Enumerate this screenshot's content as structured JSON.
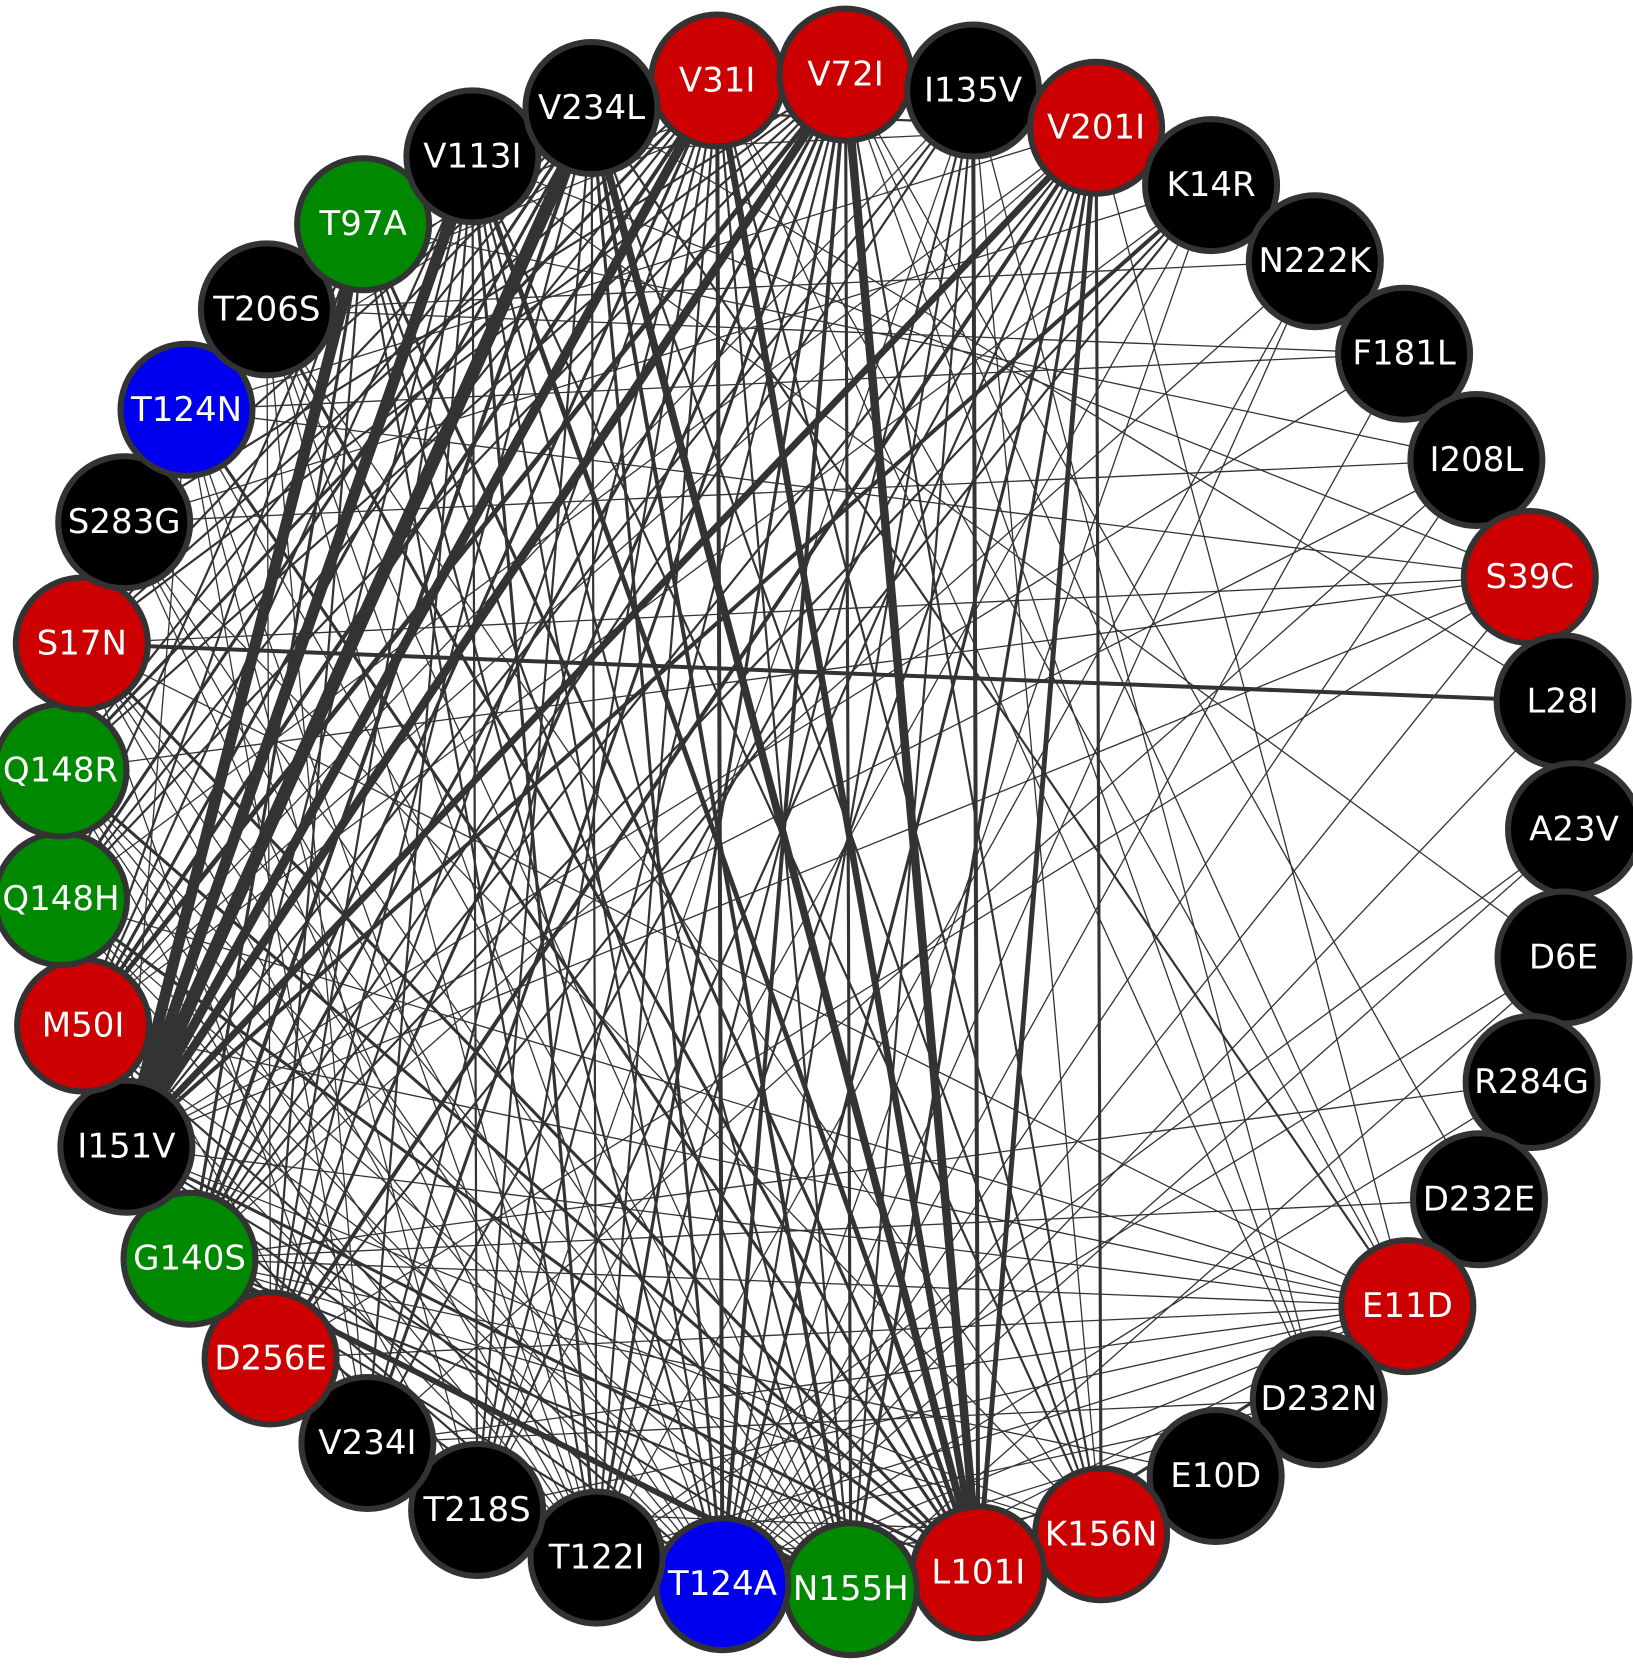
{
  "colors": {
    "black": "#000000",
    "red": "#cc0000",
    "green": "#008800",
    "blue": "#0000ee",
    "edge": "#333333",
    "node_border": "#333333"
  },
  "nodes": [
    {
      "id": "V31I",
      "color": "red"
    },
    {
      "id": "V72I",
      "color": "red"
    },
    {
      "id": "I135V",
      "color": "black"
    },
    {
      "id": "V201I",
      "color": "red"
    },
    {
      "id": "K14R",
      "color": "black"
    },
    {
      "id": "N222K",
      "color": "black"
    },
    {
      "id": "F181L",
      "color": "black"
    },
    {
      "id": "I208L",
      "color": "black"
    },
    {
      "id": "S39C",
      "color": "red"
    },
    {
      "id": "L28I",
      "color": "black"
    },
    {
      "id": "A23V",
      "color": "black"
    },
    {
      "id": "D6E",
      "color": "black"
    },
    {
      "id": "R284G",
      "color": "black"
    },
    {
      "id": "D232E",
      "color": "black"
    },
    {
      "id": "E11D",
      "color": "red"
    },
    {
      "id": "D232N",
      "color": "black"
    },
    {
      "id": "E10D",
      "color": "black"
    },
    {
      "id": "K156N",
      "color": "red"
    },
    {
      "id": "L101I",
      "color": "red"
    },
    {
      "id": "N155H",
      "color": "green"
    },
    {
      "id": "T124A",
      "color": "blue"
    },
    {
      "id": "T122I",
      "color": "black"
    },
    {
      "id": "T218S",
      "color": "black"
    },
    {
      "id": "V234I",
      "color": "black"
    },
    {
      "id": "D256E",
      "color": "red"
    },
    {
      "id": "G140S",
      "color": "green"
    },
    {
      "id": "I151V",
      "color": "black"
    },
    {
      "id": "M50I",
      "color": "red"
    },
    {
      "id": "Q148H",
      "color": "green"
    },
    {
      "id": "Q148R",
      "color": "green"
    },
    {
      "id": "S17N",
      "color": "red"
    },
    {
      "id": "S283G",
      "color": "black"
    },
    {
      "id": "T124N",
      "color": "blue"
    },
    {
      "id": "T206S",
      "color": "black"
    },
    {
      "id": "T97A",
      "color": "green"
    },
    {
      "id": "V113I",
      "color": "black"
    },
    {
      "id": "V234L",
      "color": "black"
    }
  ],
  "edges": [
    {
      "a": "V234L",
      "b": "I151V",
      "w": 14
    },
    {
      "a": "V113I",
      "b": "I151V",
      "w": 12
    },
    {
      "a": "T97A",
      "b": "I151V",
      "w": 12
    },
    {
      "a": "V31I",
      "b": "I151V",
      "w": 10
    },
    {
      "a": "V72I",
      "b": "I151V",
      "w": 9
    },
    {
      "a": "V72I",
      "b": "L101I",
      "w": 9
    },
    {
      "a": "V234L",
      "b": "L101I",
      "w": 8
    },
    {
      "a": "V31I",
      "b": "L101I",
      "w": 7
    },
    {
      "a": "V201I",
      "b": "I151V",
      "w": 7
    },
    {
      "a": "G140S",
      "b": "N155H",
      "w": 6
    },
    {
      "a": "V201I",
      "b": "L101I",
      "w": 5
    },
    {
      "a": "V113I",
      "b": "L101I",
      "w": 5
    },
    {
      "a": "S17N",
      "b": "L28I",
      "w": 4
    },
    {
      "a": "V72I",
      "b": "M50I",
      "w": 5
    },
    {
      "a": "V31I",
      "b": "M50I",
      "w": 4
    },
    {
      "a": "V234L",
      "b": "G140S",
      "w": 4
    },
    {
      "a": "V31I",
      "b": "T124A",
      "w": 4
    },
    {
      "a": "V72I",
      "b": "T124A",
      "w": 4
    },
    {
      "a": "V234L",
      "b": "N155H",
      "w": 4
    },
    {
      "a": "V113I",
      "b": "T122I",
      "w": 3
    },
    {
      "a": "I135V",
      "b": "L101I",
      "w": 4
    },
    {
      "a": "K14R",
      "b": "I151V",
      "w": 4
    },
    {
      "a": "V201I",
      "b": "D256E",
      "w": 4
    },
    {
      "a": "V72I",
      "b": "D256E",
      "w": 3
    },
    {
      "a": "V31I",
      "b": "Q148R",
      "w": 3
    },
    {
      "a": "V234L",
      "b": "Q148H",
      "w": 3
    },
    {
      "a": "T97A",
      "b": "G140S",
      "w": 3
    },
    {
      "a": "T97A",
      "b": "L101I",
      "w": 3
    },
    {
      "a": "L101I",
      "b": "E11D",
      "w": 3
    },
    {
      "a": "L101I",
      "b": "D232N",
      "w": 3
    },
    {
      "a": "L101I",
      "b": "S17N",
      "w": 3
    },
    {
      "a": "L101I",
      "b": "Q148R",
      "w": 3
    },
    {
      "a": "L101I",
      "b": "Q148H",
      "w": 3
    },
    {
      "a": "L101I",
      "b": "I151V",
      "w": 3
    },
    {
      "a": "L101I",
      "b": "T124N",
      "w": 3
    },
    {
      "a": "L101I",
      "b": "T206S",
      "w": 3
    },
    {
      "a": "V201I",
      "b": "K156N",
      "w": 3
    },
    {
      "a": "V201I",
      "b": "T124A",
      "w": 3
    },
    {
      "a": "V201I",
      "b": "N155H",
      "w": 3
    },
    {
      "a": "V201I",
      "b": "G140S",
      "w": 2
    },
    {
      "a": "V201I",
      "b": "V234I",
      "w": 2
    },
    {
      "a": "V201I",
      "b": "T122I",
      "w": 2
    },
    {
      "a": "V201I",
      "b": "T218S",
      "w": 2
    },
    {
      "a": "V72I",
      "b": "V234I",
      "w": 3
    },
    {
      "a": "V72I",
      "b": "T122I",
      "w": 3
    },
    {
      "a": "V72I",
      "b": "T218S",
      "w": 2
    },
    {
      "a": "V72I",
      "b": "G140S",
      "w": 3
    },
    {
      "a": "V72I",
      "b": "Q148H",
      "w": 2
    },
    {
      "a": "V72I",
      "b": "Q148R",
      "w": 2
    },
    {
      "a": "V72I",
      "b": "S17N",
      "w": 2
    },
    {
      "a": "V72I",
      "b": "S283G",
      "w": 2
    },
    {
      "a": "V72I",
      "b": "N155H",
      "w": 3
    },
    {
      "a": "V72I",
      "b": "K156N",
      "w": 2
    },
    {
      "a": "V31I",
      "b": "G140S",
      "w": 3
    },
    {
      "a": "V31I",
      "b": "Q148H",
      "w": 2
    },
    {
      "a": "V31I",
      "b": "S17N",
      "w": 2
    },
    {
      "a": "V31I",
      "b": "N155H",
      "w": 2
    },
    {
      "a": "V31I",
      "b": "T122I",
      "w": 2
    },
    {
      "a": "V31I",
      "b": "T218S",
      "w": 2
    },
    {
      "a": "V31I",
      "b": "D256E",
      "w": 2
    },
    {
      "a": "V31I",
      "b": "V234I",
      "w": 2
    },
    {
      "a": "V31I",
      "b": "K156N",
      "w": 2
    },
    {
      "a": "V234L",
      "b": "T124A",
      "w": 3
    },
    {
      "a": "V234L",
      "b": "T122I",
      "w": 2
    },
    {
      "a": "V234L",
      "b": "T218S",
      "w": 2
    },
    {
      "a": "V234L",
      "b": "D256E",
      "w": 2
    },
    {
      "a": "V234L",
      "b": "M50I",
      "w": 3
    },
    {
      "a": "V234L",
      "b": "Q148R",
      "w": 2
    },
    {
      "a": "V234L",
      "b": "S17N",
      "w": 2
    },
    {
      "a": "V234L",
      "b": "S283G",
      "w": 2
    },
    {
      "a": "V234L",
      "b": "K156N",
      "w": 2
    },
    {
      "a": "V234L",
      "b": "E11D",
      "w": 2
    },
    {
      "a": "V113I",
      "b": "T124A",
      "w": 2
    },
    {
      "a": "V113I",
      "b": "N155H",
      "w": 2
    },
    {
      "a": "V113I",
      "b": "G140S",
      "w": 2
    },
    {
      "a": "V113I",
      "b": "D256E",
      "w": 2
    },
    {
      "a": "V113I",
      "b": "M50I",
      "w": 2
    },
    {
      "a": "V113I",
      "b": "K156N",
      "w": 2
    },
    {
      "a": "V113I",
      "b": "T218S",
      "w": 2
    },
    {
      "a": "V113I",
      "b": "V234I",
      "w": 2
    },
    {
      "a": "T97A",
      "b": "T124A",
      "w": 2
    },
    {
      "a": "T97A",
      "b": "N155H",
      "w": 2
    },
    {
      "a": "T97A",
      "b": "T122I",
      "w": 2
    },
    {
      "a": "T97A",
      "b": "D256E",
      "w": 2
    },
    {
      "a": "T97A",
      "b": "Q148H",
      "w": 2
    },
    {
      "a": "T97A",
      "b": "M50I",
      "w": 2
    },
    {
      "a": "I135V",
      "b": "T124A",
      "w": 2
    },
    {
      "a": "I135V",
      "b": "N155H",
      "w": 2
    },
    {
      "a": "I135V",
      "b": "T122I",
      "w": 2
    },
    {
      "a": "I135V",
      "b": "G140S",
      "w": 2
    },
    {
      "a": "I135V",
      "b": "I151V",
      "w": 2
    },
    {
      "a": "I135V",
      "b": "M50I",
      "w": 1
    },
    {
      "a": "I135V",
      "b": "K156N",
      "w": 1
    },
    {
      "a": "I135V",
      "b": "D232N",
      "w": 1
    },
    {
      "a": "I135V",
      "b": "T218S",
      "w": 1
    },
    {
      "a": "K14R",
      "b": "G140S",
      "w": 2
    },
    {
      "a": "K14R",
      "b": "D256E",
      "w": 2
    },
    {
      "a": "K14R",
      "b": "T124A",
      "w": 1
    },
    {
      "a": "K14R",
      "b": "T218S",
      "w": 1
    },
    {
      "a": "K14R",
      "b": "S283G",
      "w": 1
    },
    {
      "a": "K14R",
      "b": "M50I",
      "w": 1
    },
    {
      "a": "N222K",
      "b": "T124A",
      "w": 1
    },
    {
      "a": "N222K",
      "b": "T122I",
      "w": 1
    },
    {
      "a": "N222K",
      "b": "T206S",
      "w": 1
    },
    {
      "a": "N222K",
      "b": "G140S",
      "w": 1
    },
    {
      "a": "F181L",
      "b": "T124N",
      "w": 1
    },
    {
      "a": "F181L",
      "b": "T124A",
      "w": 1
    },
    {
      "a": "F181L",
      "b": "I151V",
      "w": 1
    },
    {
      "a": "F181L",
      "b": "T206S",
      "w": 1
    },
    {
      "a": "I208L",
      "b": "S283G",
      "w": 1
    },
    {
      "a": "I208L",
      "b": "T97A",
      "w": 1
    },
    {
      "a": "I208L",
      "b": "I151V",
      "w": 1
    },
    {
      "a": "I208L",
      "b": "T124A",
      "w": 1
    },
    {
      "a": "I208L",
      "b": "V234I",
      "w": 1
    },
    {
      "a": "S39C",
      "b": "S17N",
      "w": 1
    },
    {
      "a": "S39C",
      "b": "Q148R",
      "w": 1
    },
    {
      "a": "S39C",
      "b": "I151V",
      "w": 1
    },
    {
      "a": "S39C",
      "b": "T124A",
      "w": 1
    },
    {
      "a": "S39C",
      "b": "D256E",
      "w": 1
    },
    {
      "a": "S39C",
      "b": "V113I",
      "w": 1
    },
    {
      "a": "S39C",
      "b": "T124N",
      "w": 1
    },
    {
      "a": "L28I",
      "b": "T124A",
      "w": 1
    },
    {
      "a": "L28I",
      "b": "V234L",
      "w": 1
    },
    {
      "a": "A23V",
      "b": "T122I",
      "w": 1
    },
    {
      "a": "A23V",
      "b": "T124A",
      "w": 1
    },
    {
      "a": "D6E",
      "b": "V113I",
      "w": 1
    },
    {
      "a": "D6E",
      "b": "T122I",
      "w": 1
    },
    {
      "a": "D6E",
      "b": "N155H",
      "w": 1
    },
    {
      "a": "R284G",
      "b": "G140S",
      "w": 1
    },
    {
      "a": "R284G",
      "b": "T124A",
      "w": 1
    },
    {
      "a": "D232E",
      "b": "V72I",
      "w": 1
    },
    {
      "a": "D232E",
      "b": "G140S",
      "w": 1
    },
    {
      "a": "E11D",
      "b": "Q148H",
      "w": 1
    },
    {
      "a": "E11D",
      "b": "M50I",
      "w": 1
    },
    {
      "a": "E11D",
      "b": "I151V",
      "w": 1
    },
    {
      "a": "E11D",
      "b": "T122I",
      "w": 1
    },
    {
      "a": "E11D",
      "b": "T124A",
      "w": 1
    },
    {
      "a": "E11D",
      "b": "N155H",
      "w": 1
    },
    {
      "a": "E11D",
      "b": "T218S",
      "w": 1
    },
    {
      "a": "E11D",
      "b": "V234I",
      "w": 1
    },
    {
      "a": "E11D",
      "b": "G140S",
      "w": 1
    },
    {
      "a": "E11D",
      "b": "D256E",
      "w": 1
    },
    {
      "a": "E11D",
      "b": "V201I",
      "w": 1
    },
    {
      "a": "E11D",
      "b": "V72I",
      "w": 1
    },
    {
      "a": "D232N",
      "b": "T124A",
      "w": 1
    },
    {
      "a": "D232N",
      "b": "N155H",
      "w": 1
    },
    {
      "a": "D232N",
      "b": "T122I",
      "w": 1
    },
    {
      "a": "D232N",
      "b": "V234I",
      "w": 1
    },
    {
      "a": "E10D",
      "b": "T124A",
      "w": 1
    },
    {
      "a": "E10D",
      "b": "G140S",
      "w": 1
    },
    {
      "a": "K156N",
      "b": "T122I",
      "w": 1
    },
    {
      "a": "K156N",
      "b": "T218S",
      "w": 1
    },
    {
      "a": "K156N",
      "b": "I151V",
      "w": 1
    },
    {
      "a": "K156N",
      "b": "T206S",
      "w": 1
    },
    {
      "a": "G140S",
      "b": "T124A",
      "w": 2
    },
    {
      "a": "G140S",
      "b": "T122I",
      "w": 2
    },
    {
      "a": "G140S",
      "b": "T218S",
      "w": 2
    },
    {
      "a": "G140S",
      "b": "L101I",
      "w": 2
    },
    {
      "a": "G140S",
      "b": "K156N",
      "w": 1
    },
    {
      "a": "I151V",
      "b": "T124A",
      "w": 2
    },
    {
      "a": "I151V",
      "b": "T122I",
      "w": 2
    },
    {
      "a": "I151V",
      "b": "N155H",
      "w": 2
    },
    {
      "a": "I151V",
      "b": "T218S",
      "w": 2
    },
    {
      "a": "I151V",
      "b": "V234I",
      "w": 1
    },
    {
      "a": "M50I",
      "b": "T124A",
      "w": 2
    },
    {
      "a": "M50I",
      "b": "N155H",
      "w": 1
    },
    {
      "a": "M50I",
      "b": "T122I",
      "w": 1
    },
    {
      "a": "M50I",
      "b": "D256E",
      "w": 1
    },
    {
      "a": "Q148H",
      "b": "T124A",
      "w": 1
    },
    {
      "a": "Q148H",
      "b": "N155H",
      "w": 1
    },
    {
      "a": "Q148H",
      "b": "T122I",
      "w": 1
    },
    {
      "a": "Q148H",
      "b": "V234I",
      "w": 1
    },
    {
      "a": "Q148R",
      "b": "T124A",
      "w": 1
    },
    {
      "a": "Q148R",
      "b": "N155H",
      "w": 1
    },
    {
      "a": "Q148R",
      "b": "T218S",
      "w": 1
    },
    {
      "a": "Q148R",
      "b": "T122I",
      "w": 1
    },
    {
      "a": "S17N",
      "b": "T124A",
      "w": 1
    },
    {
      "a": "S17N",
      "b": "N155H",
      "w": 1
    },
    {
      "a": "S17N",
      "b": "T122I",
      "w": 1
    },
    {
      "a": "S17N",
      "b": "V234I",
      "w": 1
    },
    {
      "a": "S17N",
      "b": "E11D",
      "w": 1
    },
    {
      "a": "S283G",
      "b": "T124A",
      "w": 1
    },
    {
      "a": "S283G",
      "b": "T122I",
      "w": 1
    },
    {
      "a": "S283G",
      "b": "N155H",
      "w": 1
    },
    {
      "a": "S283G",
      "b": "K156N",
      "w": 1
    },
    {
      "a": "T124N",
      "b": "N155H",
      "w": 1
    },
    {
      "a": "T124N",
      "b": "T122I",
      "w": 1
    },
    {
      "a": "T124N",
      "b": "V234I",
      "w": 1
    },
    {
      "a": "T124N",
      "b": "T218S",
      "w": 1
    },
    {
      "a": "T124N",
      "b": "I151V",
      "w": 1
    },
    {
      "a": "T206S",
      "b": "T124A",
      "w": 1
    },
    {
      "a": "T206S",
      "b": "N155H",
      "w": 1
    },
    {
      "a": "T206S",
      "b": "T122I",
      "w": 1
    },
    {
      "a": "T206S",
      "b": "D256E",
      "w": 1
    },
    {
      "a": "T206S",
      "b": "V234I",
      "w": 1
    },
    {
      "a": "V31I",
      "b": "V72I",
      "w": 2
    },
    {
      "a": "V234L",
      "b": "V201I",
      "w": 2
    },
    {
      "a": "V113I",
      "b": "V201I",
      "w": 1
    },
    {
      "a": "T97A",
      "b": "V72I",
      "w": 1
    },
    {
      "a": "V72I",
      "b": "T206S",
      "w": 1
    },
    {
      "a": "V31I",
      "b": "T206S",
      "w": 1
    },
    {
      "a": "V31I",
      "b": "T124N",
      "w": 1
    },
    {
      "a": "V234L",
      "b": "T124N",
      "w": 1
    },
    {
      "a": "V31I",
      "b": "E11D",
      "w": 1
    },
    {
      "a": "V31I",
      "b": "D232N",
      "w": 1
    },
    {
      "a": "V72I",
      "b": "D232N",
      "w": 1
    },
    {
      "a": "V201I",
      "b": "Q148H",
      "w": 1
    },
    {
      "a": "V201I",
      "b": "M50I",
      "w": 1
    },
    {
      "a": "V201I",
      "b": "T124N",
      "w": 1
    }
  ]
}
